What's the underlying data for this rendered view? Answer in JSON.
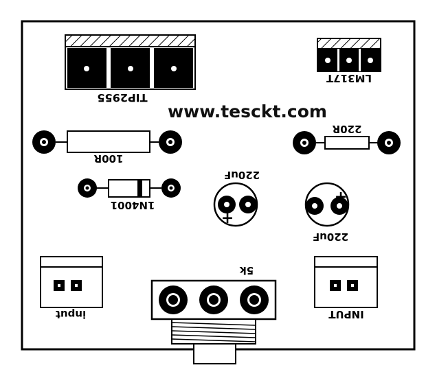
{
  "website": "www.tesckt.com",
  "labels": {
    "transistor": "TIP2955",
    "regulator": "LM317T",
    "resistor_100r": "100R",
    "resistor_220r": "220R",
    "diode": "1N4001",
    "cap_left": "220uF",
    "cap_right": "220uF",
    "pot": "5k",
    "input_left": "input",
    "input_right": "INPUT"
  },
  "symbols": {
    "cap_plus": "+"
  }
}
